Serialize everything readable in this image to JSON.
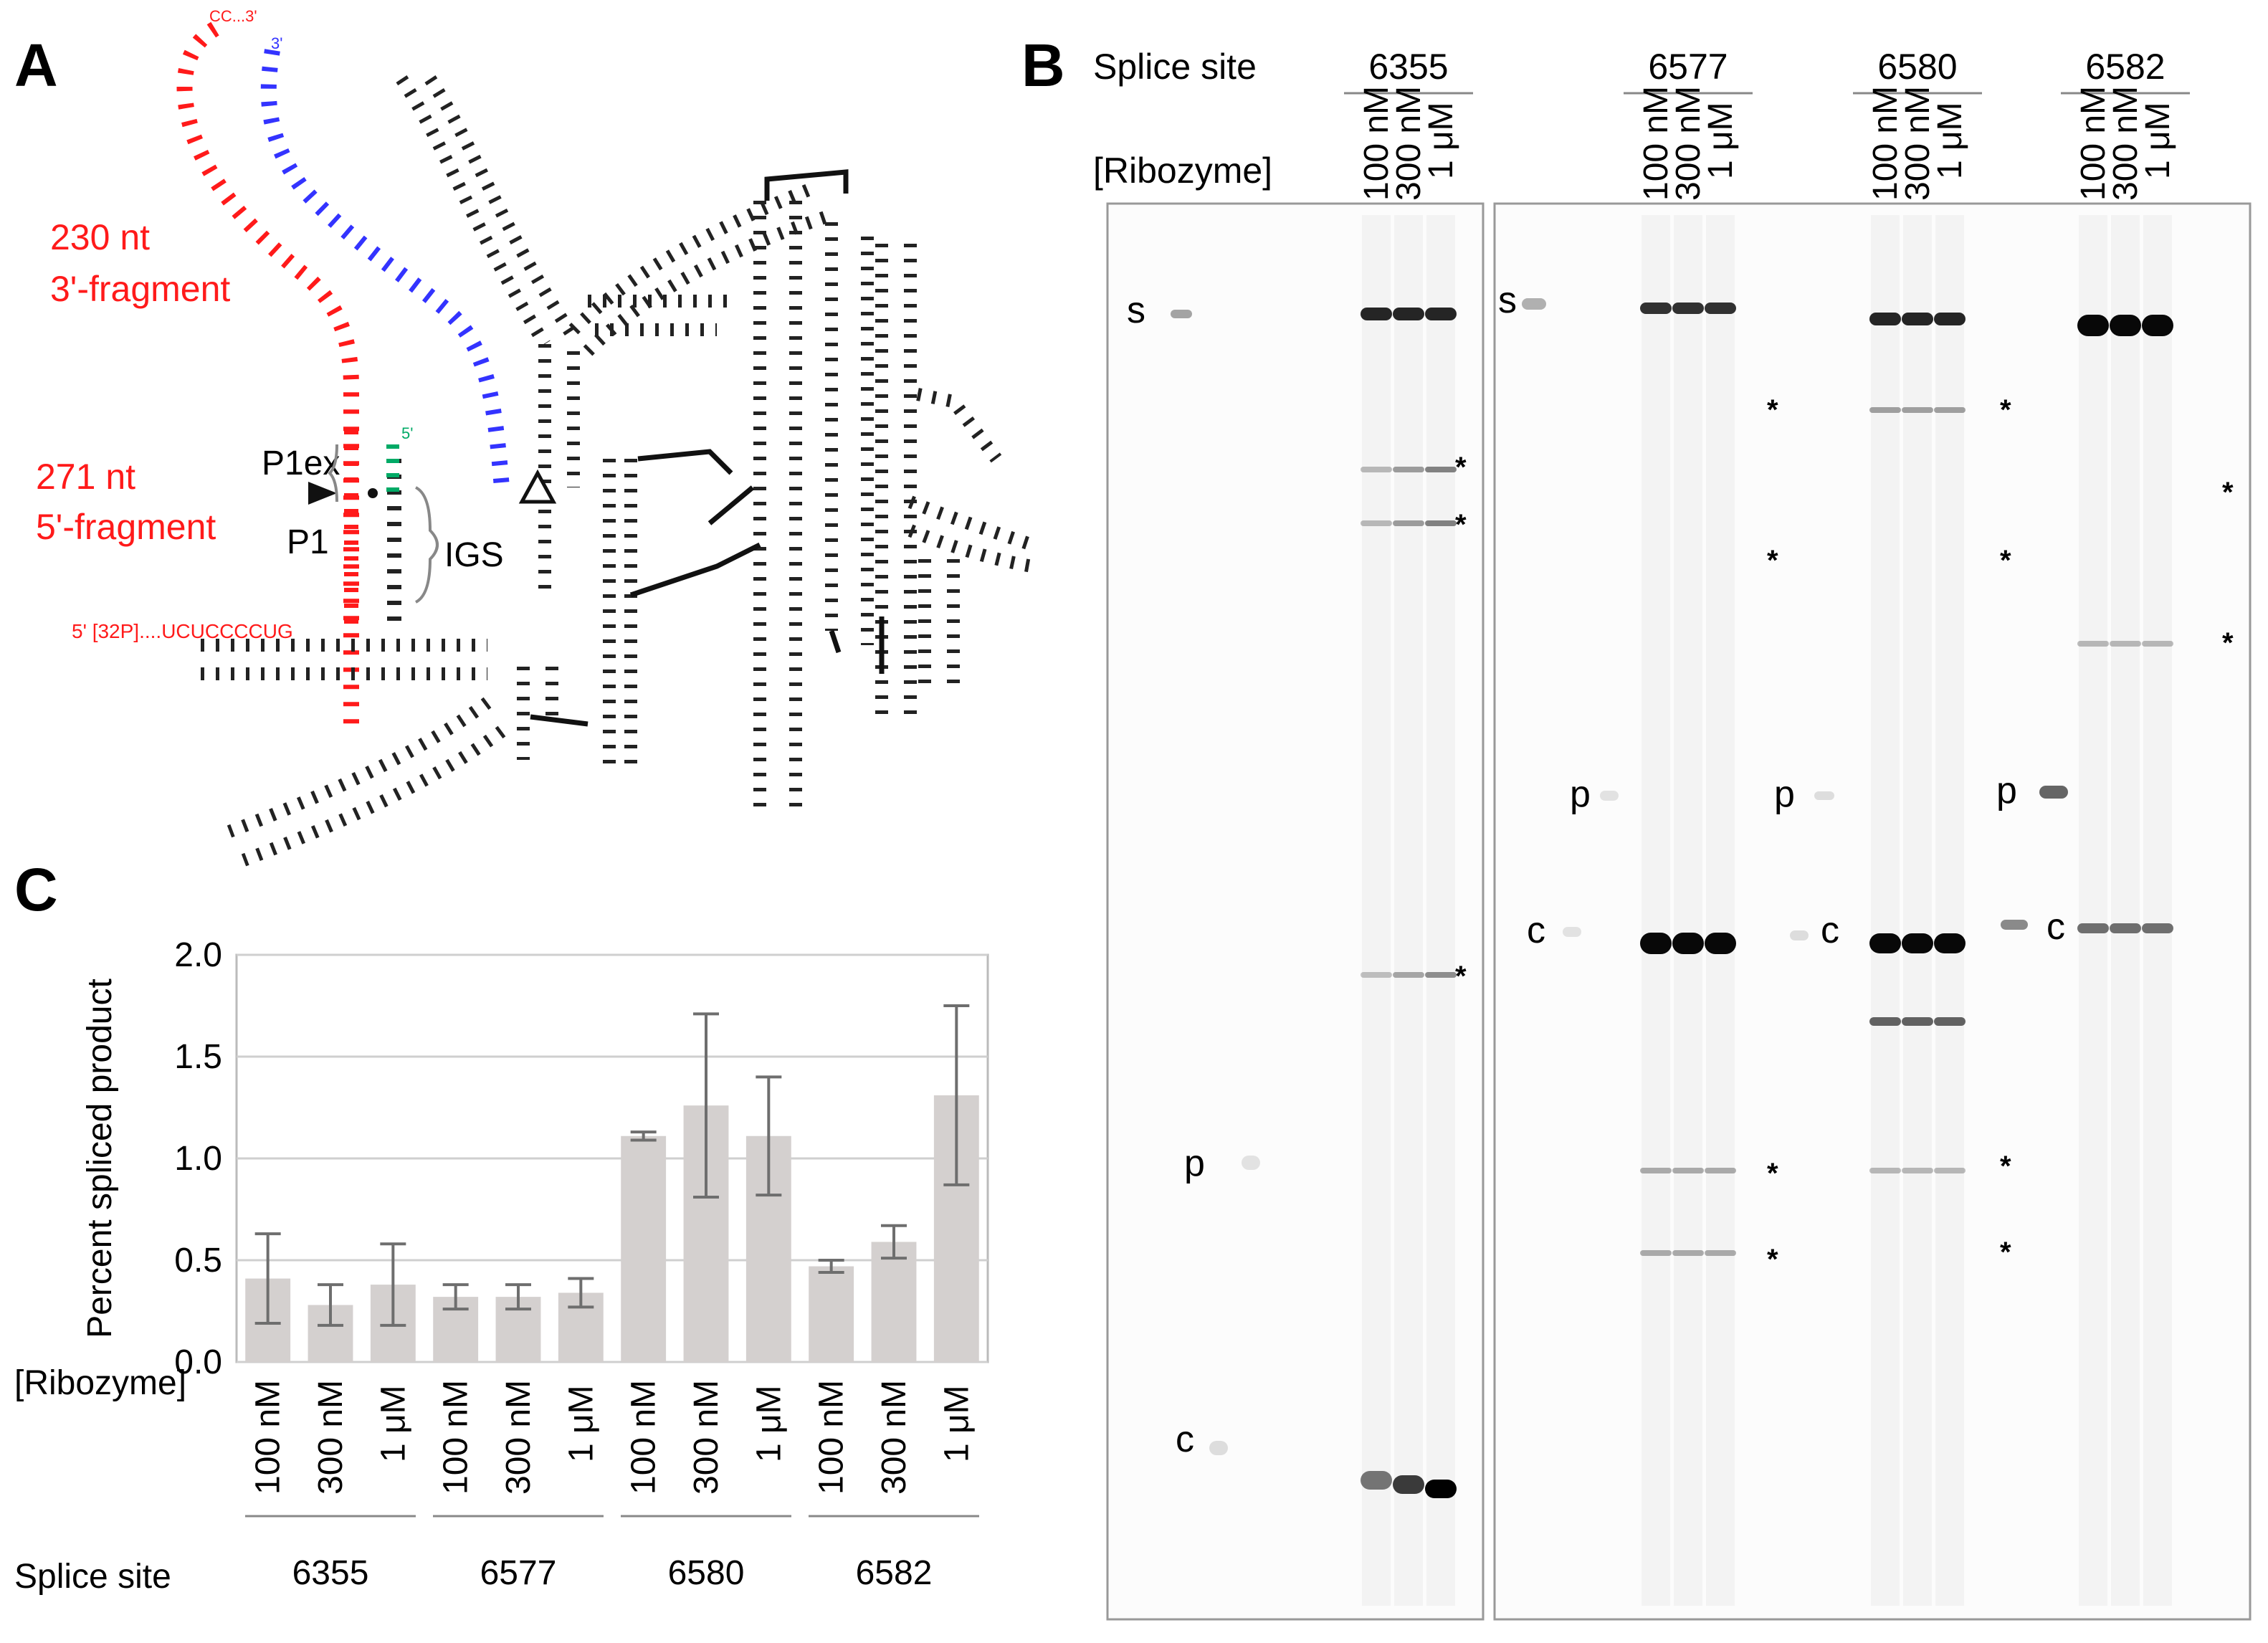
{
  "panelA": {
    "letter": "A",
    "frag3_len": "230 nt",
    "frag3_name": "3'-fragment",
    "frag5_len": "271 nt",
    "frag5_name": "5'-fragment",
    "frag5_seq": "5' [32P]....UCUCCCCUG",
    "frag3_end": "CC...3'",
    "blue_end": "3'",
    "green_end": "5'",
    "p1ex": "P1ex",
    "p1": "P1",
    "igs": "IGS",
    "colors": {
      "red": "#ff1a1a",
      "blue": "#3333ff",
      "green": "#00aa66"
    }
  },
  "panelB": {
    "letter": "B",
    "splice_label": "Splice site",
    "ribozyme_label": "[Ribozyme]",
    "sites": [
      "6355",
      "6577",
      "6580",
      "6582"
    ],
    "concentrations": [
      "100 nM",
      "300 nM",
      "1 μM"
    ],
    "band_labels": {
      "s": "s",
      "p": "p",
      "c": "c"
    },
    "star": "*"
  },
  "panelC": {
    "letter": "C",
    "splice_label": "Splice site",
    "ribozyme_label": "[Ribozyme]"
  },
  "chart_data": {
    "type": "bar",
    "ylabel": "Percent spliced product",
    "xlabel": "",
    "ylim": [
      0,
      2.0
    ],
    "yticks": [
      "0.0",
      "0.5",
      "1.0",
      "1.5",
      "2.0"
    ],
    "grid": true,
    "categories": [
      "100 nM",
      "300 nM",
      "1 μM",
      "100 nM",
      "300 nM",
      "1 μM",
      "100 nM",
      "300 nM",
      "1 μM",
      "100 nM",
      "300 nM",
      "1 μM"
    ],
    "groups": [
      "6355",
      "6577",
      "6580",
      "6582"
    ],
    "values": [
      0.41,
      0.28,
      0.38,
      0.32,
      0.32,
      0.34,
      1.11,
      1.26,
      1.11,
      0.47,
      0.59,
      1.31
    ],
    "errors": [
      0.22,
      0.1,
      0.2,
      0.06,
      0.06,
      0.07,
      0.02,
      0.45,
      0.29,
      0.03,
      0.08,
      0.44
    ],
    "bar_color": "#d4d0cf"
  }
}
